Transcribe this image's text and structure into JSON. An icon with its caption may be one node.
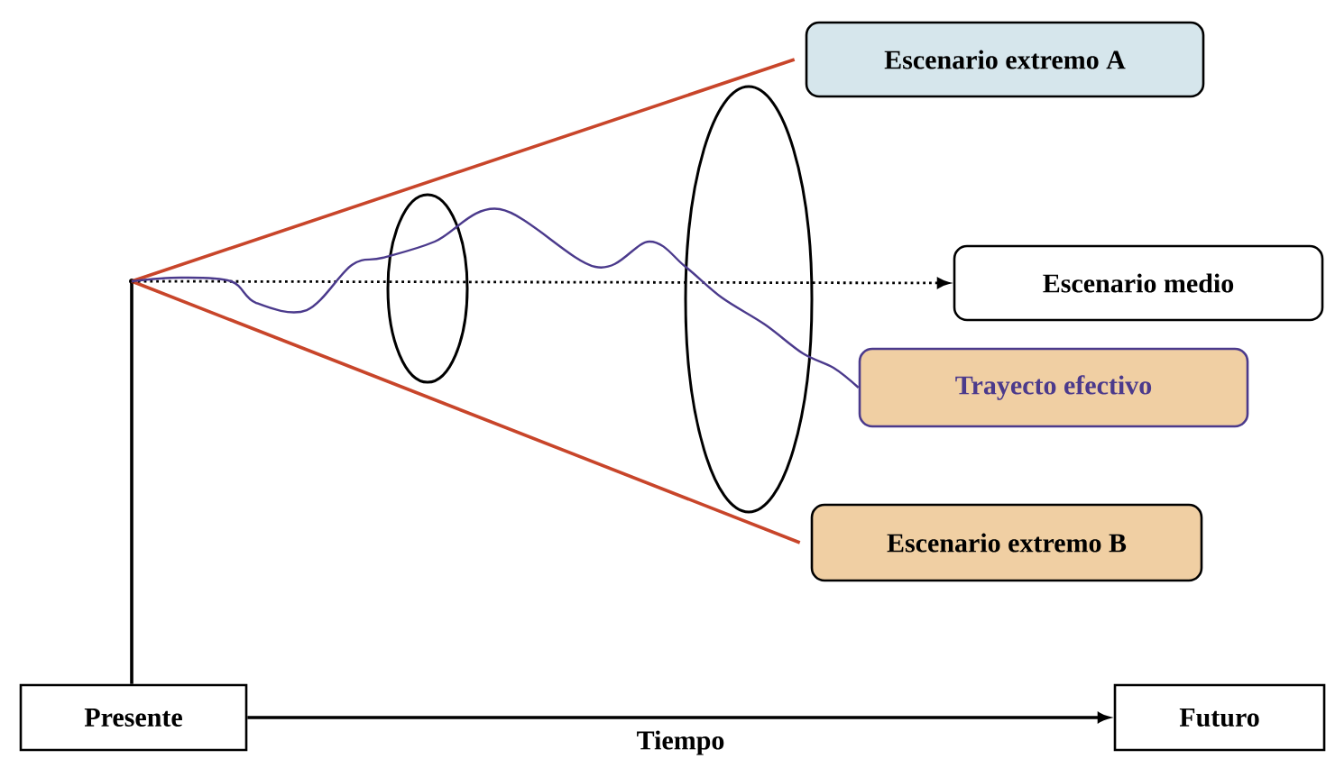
{
  "diagram": {
    "nodes": [
      {
        "text": [
          "Escenario extremo A"
        ]
      },
      {
        "text": [],
        "shape": "point"
      },
      {
        "text": [
          "Escenario medio"
        ]
      },
      {
        "text": [
          "Trayecto efectivo"
        ]
      },
      {
        "text": [
          "Escenario extremo B"
        ]
      },
      {
        "text": [
          "Presente"
        ]
      },
      {
        "text": [
          "Futuro"
        ]
      }
    ],
    "edges": [
      {
        "from": 5,
        "to": 6,
        "arrow": "to",
        "label": "Tiempo"
      },
      {
        "from": 5,
        "to": 1,
        "arrow": "none"
      },
      {
        "from": 1,
        "to": 0,
        "arrow": "none",
        "color": "#c8452a"
      },
      {
        "from": 1,
        "to": 4,
        "arrow": "none",
        "color": "#c8452a"
      },
      {
        "from": 1,
        "to": 2,
        "arrow": "to",
        "style": "dashed"
      },
      {
        "from": 1,
        "to": 3,
        "arrow": "none",
        "color": "#4b3a8c"
      }
    ]
  }
}
